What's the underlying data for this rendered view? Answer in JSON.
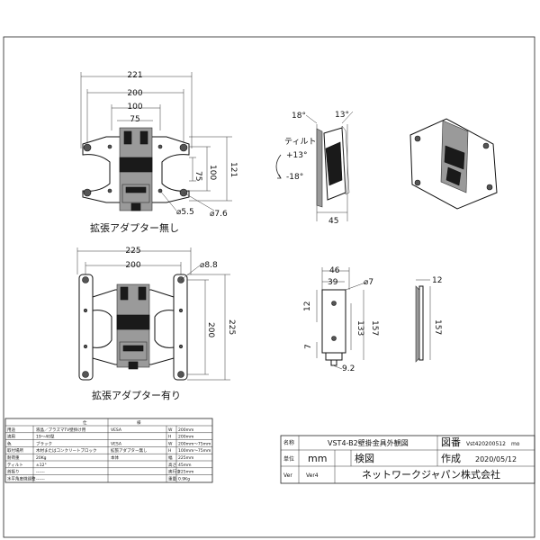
{
  "front_view_no_adapter": {
    "dims": {
      "d221": "221",
      "d200": "200",
      "d100": "100",
      "d75": "75",
      "v75": "75",
      "v100": "100",
      "v121": "121",
      "hole_small": "⌀5.5",
      "hole_large": "⌀7.6"
    },
    "caption": "拡張アダプター無し"
  },
  "front_view_with_adapter": {
    "dims": {
      "d225": "225",
      "d200": "200",
      "hole": "⌀8.8",
      "v200": "200",
      "v225": "225"
    },
    "caption": "拡張アダプター有り"
  },
  "side_tilt_view": {
    "dims": {
      "a18": "18°",
      "a13": "13°",
      "tilt": "ティルト",
      "plus13": "+13°",
      "minus18": "-18°",
      "d45": "45"
    }
  },
  "bracket_views": {
    "left": {
      "d46": "46",
      "d39": "39",
      "hole": "⌀7",
      "v12": "12",
      "v133": "133",
      "v157": "157",
      "v7": "7",
      "d92": "9.2"
    },
    "right": {
      "d12": "12",
      "v157": "157"
    }
  },
  "spec_table": {
    "header": [
      "仕",
      "様"
    ],
    "rows": [
      [
        "用途",
        "液晶／プラズマTV壁掛け用",
        "VESA",
        "W",
        "200mm"
      ],
      [
        "適用",
        "19〜40型",
        "",
        "H",
        "200mm"
      ],
      [
        "色",
        "ブラック",
        "VESA",
        "W",
        "200mm〜75mm"
      ],
      [
        "取付場所",
        "木材またはコンクリートブロック",
        "拡張アダプター無し",
        "H",
        "100mm〜75mm"
      ],
      [
        "耐荷重",
        "20Kg",
        "本体",
        "幅",
        "225mm"
      ],
      [
        "ティルト",
        "±12°",
        "",
        "高さ",
        "45mm"
      ],
      [
        "首振り",
        "------",
        "",
        "奥行き",
        "225mm"
      ],
      [
        "水平角度微調整",
        "------",
        "",
        "重量",
        "0.9Kg"
      ]
    ]
  },
  "title_block": {
    "name_label": "名称",
    "name_value": "VST4-B2壁掛金具外観図",
    "drawing_no_label": "図番",
    "drawing_no_value": "Vst420200512　mo",
    "unit_label": "単位",
    "unit_value": "mm",
    "check_label": "検図",
    "created_label": "作成",
    "created_value": "2020/05/12",
    "ver_label": "Ver",
    "ver_value": "Ver4",
    "company": "ネットワークジャパン株式会社"
  }
}
